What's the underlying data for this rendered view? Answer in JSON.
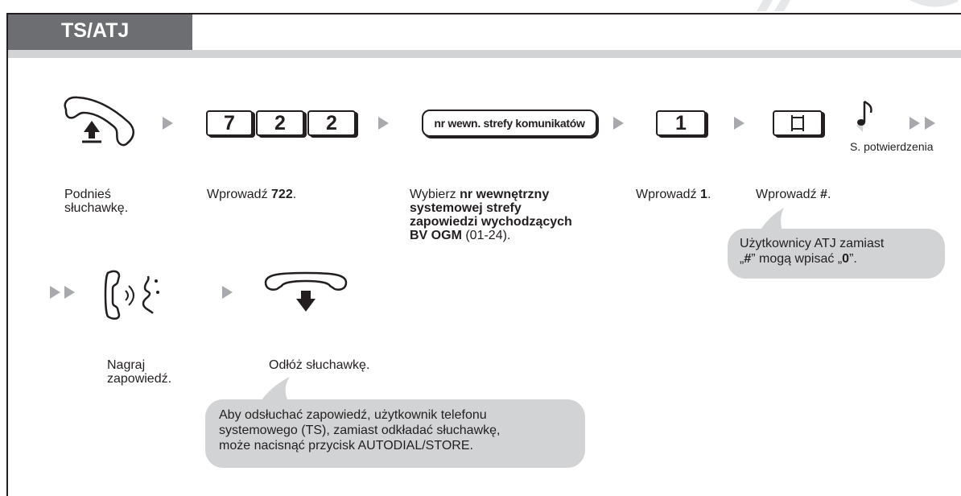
{
  "section": {
    "tab_label": "TS/ATJ"
  },
  "row1": {
    "keys_722": [
      "7",
      "2",
      "2"
    ],
    "ext_button": "nr wewn. strefy komunikatów",
    "key_1": "1",
    "confirm_label": "S. potwierdzenia",
    "captions": {
      "lift": [
        "Podnieś",
        "słuchawkę."
      ],
      "enter722": {
        "prefix": "Wprowadź ",
        "bold": "722",
        "suffix": "."
      },
      "select": {
        "prefix": "Wybierz ",
        "bold1": "nr wewnętrzny",
        "bold2": "systemowej strefy",
        "bold3": "zapowiedzi wychodzących",
        "bold4": "BV OGM",
        "suffix": " (01-24)."
      },
      "enter1": {
        "prefix": "Wprowadź ",
        "bold": "1",
        "suffix": "."
      },
      "enterhash": {
        "prefix": "Wprowadź ",
        "bold": "#",
        "suffix": "."
      }
    },
    "note": {
      "line1": "Użytkownicy ATJ zamiast",
      "q1": "„",
      "hash": "#",
      "mid": "” mogą wpisać „",
      "zero": "0",
      "end": "”."
    }
  },
  "row2": {
    "captions": {
      "record": [
        "Nagraj",
        "zapowiedź."
      ],
      "hangup": "Odłóż słuchawkę."
    },
    "note": [
      "Aby odsłuchać zapowiedź, użytkownik telefonu",
      "systemowego (TS), zamiast odkładać słuchawkę,",
      "może nacisnąć przycisk AUTODIAL/STORE."
    ]
  },
  "colors": {
    "tab": "#6d6e71",
    "band": "#d1d3d4",
    "arrow": "#a7a9ac",
    "bubble": "#d1d3d4",
    "ink": "#231f20"
  }
}
